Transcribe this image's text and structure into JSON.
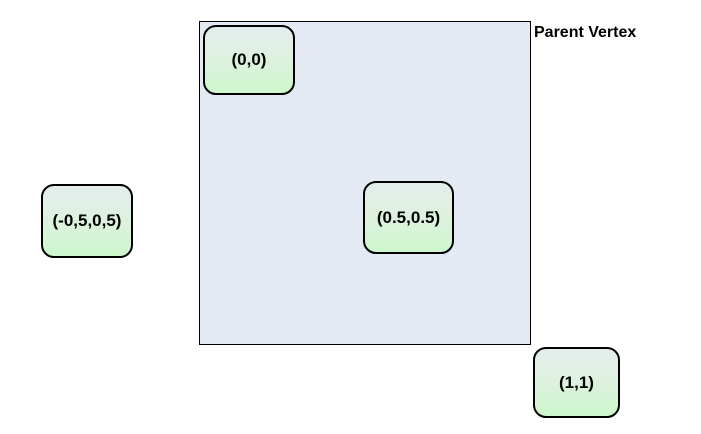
{
  "diagram": {
    "parent_rect": {
      "label": "Parent Vertex",
      "fill_color": "#e4eaf4",
      "border_color": "#000000"
    },
    "vertex_boxes": [
      {
        "name": "origin",
        "label": "(0,0)",
        "fill_top_color": "#e3eded",
        "fill_bottom_color": "#cdf7cd",
        "border_color": "#000000"
      },
      {
        "name": "negative-half",
        "label": "(-0,5,0,5)",
        "fill_top_color": "#e3eded",
        "fill_bottom_color": "#cdf7cd",
        "border_color": "#000000"
      },
      {
        "name": "center-half",
        "label": "(0.5,0.5)",
        "fill_top_color": "#e3eded",
        "fill_bottom_color": "#cdf7cd",
        "border_color": "#000000"
      },
      {
        "name": "unit",
        "label": "(1,1)",
        "fill_top_color": "#e3eded",
        "fill_bottom_color": "#cdf7cd",
        "border_color": "#000000"
      }
    ],
    "background_color": "#ffffff"
  }
}
